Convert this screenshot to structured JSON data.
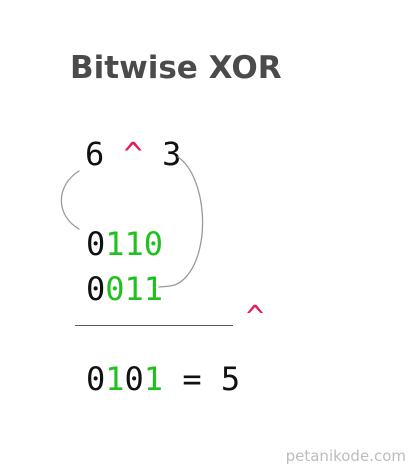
{
  "title": "Bitwise XOR",
  "expression": {
    "left": "6",
    "operator": "^",
    "right": "3"
  },
  "binary_rows": [
    {
      "digits": [
        "0",
        "1",
        "1",
        "0"
      ],
      "colors": [
        "black",
        "green",
        "green",
        "green"
      ]
    },
    {
      "digits": [
        "0",
        "0",
        "1",
        "1"
      ],
      "colors": [
        "black",
        "green",
        "green",
        "green"
      ]
    }
  ],
  "operator_right": "^",
  "result": {
    "digits": [
      "0",
      "1",
      "0",
      "1"
    ],
    "colors": [
      "black",
      "green",
      "black",
      "green"
    ],
    "equals": " = ",
    "value": "5"
  },
  "watermark": "petanikode.com",
  "colors": {
    "title": "#4b4b4b",
    "operator": "#e5195f",
    "green": "#1fc11f",
    "text": "#111111",
    "rule": "#5a5a5a",
    "watermark": "#bdbdbd",
    "connector": "#9a9a9a"
  }
}
